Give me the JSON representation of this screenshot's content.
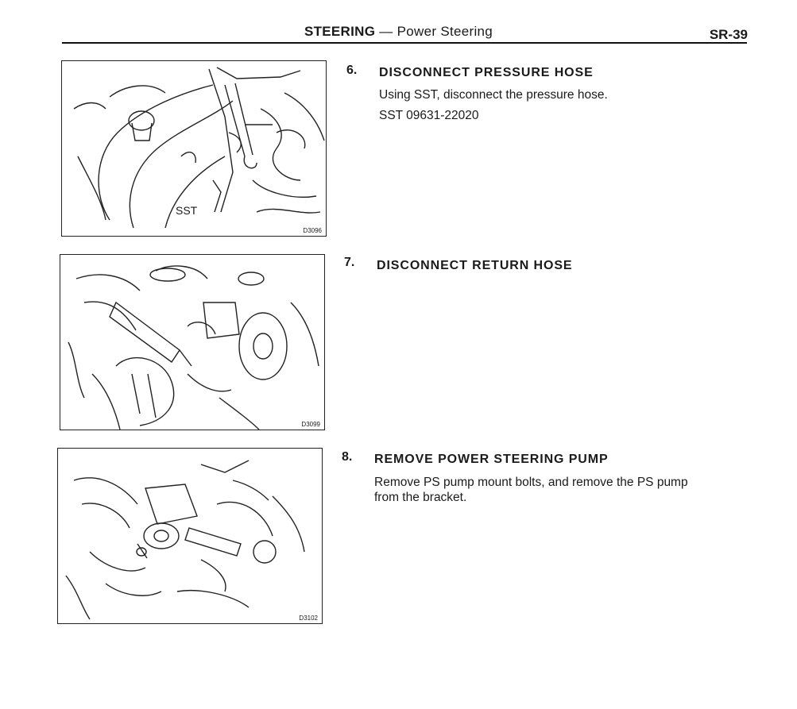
{
  "header": {
    "section": "STEERING",
    "subsection": "— Power Steering",
    "page_number": "SR-39"
  },
  "figures": [
    {
      "code": "D3096",
      "label": "SST",
      "icon": "pressure-hose-illustration"
    },
    {
      "code": "D3099",
      "icon": "return-hose-illustration"
    },
    {
      "code": "D3102",
      "icon": "pump-removal-illustration"
    }
  ],
  "steps": [
    {
      "number": "6.",
      "title": "DISCONNECT PRESSURE HOSE",
      "body": [
        "Using SST, disconnect the pressure hose.",
        "SST 09631-22020"
      ]
    },
    {
      "number": "7.",
      "title": "DISCONNECT RETURN HOSE",
      "body": []
    },
    {
      "number": "8.",
      "title": "REMOVE POWER STEERING PUMP",
      "body": [
        "Remove PS pump mount bolts, and remove the PS pump",
        "from the bracket."
      ]
    }
  ]
}
